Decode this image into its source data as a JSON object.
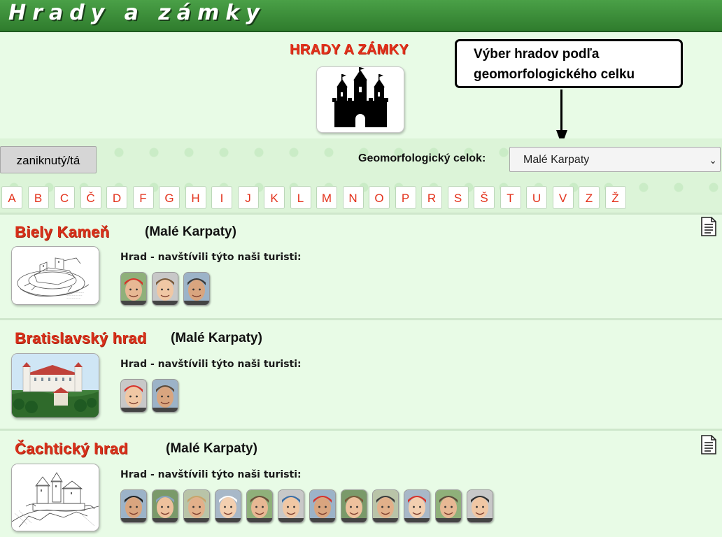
{
  "header": {
    "site_title": "Hrady a zámky"
  },
  "page": {
    "main_title": "HRADY A ZÁMKY",
    "castle_icon": "castle-icon"
  },
  "callout": {
    "line1": "Výber hradov podľa",
    "line2": "geomorfologického celku"
  },
  "filters": {
    "zaniknuty_label": "zaniknutý/tá",
    "geo_label": "Geomorfologický celok:",
    "geo_selected": "Malé Karpaty"
  },
  "alphabet": [
    "A",
    "B",
    "C",
    "Č",
    "D",
    "F",
    "G",
    "H",
    "I",
    "J",
    "K",
    "L",
    "M",
    "N",
    "O",
    "P",
    "R",
    "S",
    "Š",
    "T",
    "U",
    "V",
    "Z",
    "Ž"
  ],
  "castles": [
    {
      "name": "Biely Kameň",
      "region": "(Malé Karpaty)",
      "visited_label": "Hrad - navštívili týto naši turisti:",
      "visitor_count": 3,
      "has_document": true,
      "document_icon": "document-icon"
    },
    {
      "name": "Bratislavský hrad",
      "region": "(Malé Karpaty)",
      "visited_label": "Hrad - navštívili týto naši turisti:",
      "visitor_count": 2,
      "has_document": false
    },
    {
      "name": "Čachtický hrad",
      "region": "(Malé Karpaty)",
      "visited_label": "Hrad - navštívili týto naši turisti:",
      "visitor_count": 12,
      "has_document": true,
      "document_icon": "document-icon"
    }
  ],
  "colors": {
    "header_green": "#3a8f38",
    "accent_red": "#e3311b",
    "page_bg": "#e8f9e6"
  }
}
